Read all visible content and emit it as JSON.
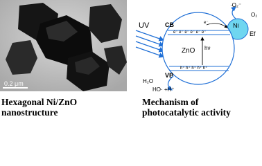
{
  "photo": {
    "scale_bar_label": "0.2 μm"
  },
  "captions": {
    "left": {
      "line1": "Hexagonal Ni/ZnO",
      "line2": "nanostructure"
    },
    "right": {
      "line1": "Mechanism of",
      "line2": "photocatalytic activity"
    }
  },
  "diagram": {
    "uv_label": "UV",
    "cb_label": "CB",
    "vb_label": "VB",
    "zno_label": "ZnO",
    "hv_label": "hν",
    "ni_label": "Ni",
    "ef_label": "Ef",
    "electrons_cb": "e⁻ e⁻ e⁻ e⁻ e⁻ e⁻",
    "electron_single": "e⁻",
    "holes_vb": "h⁺ h⁺ h⁺ h⁺ h⁺",
    "superoxide_label": "·O₂⁻",
    "oxygen_label": "O₂",
    "water_label": "H₂O",
    "products_label": "HO· +H⁺",
    "colors": {
      "arrow_blue": "#1f6fd6",
      "ni_fill": "#6fd6f0",
      "circle_stroke": "#1f6fd6"
    }
  }
}
